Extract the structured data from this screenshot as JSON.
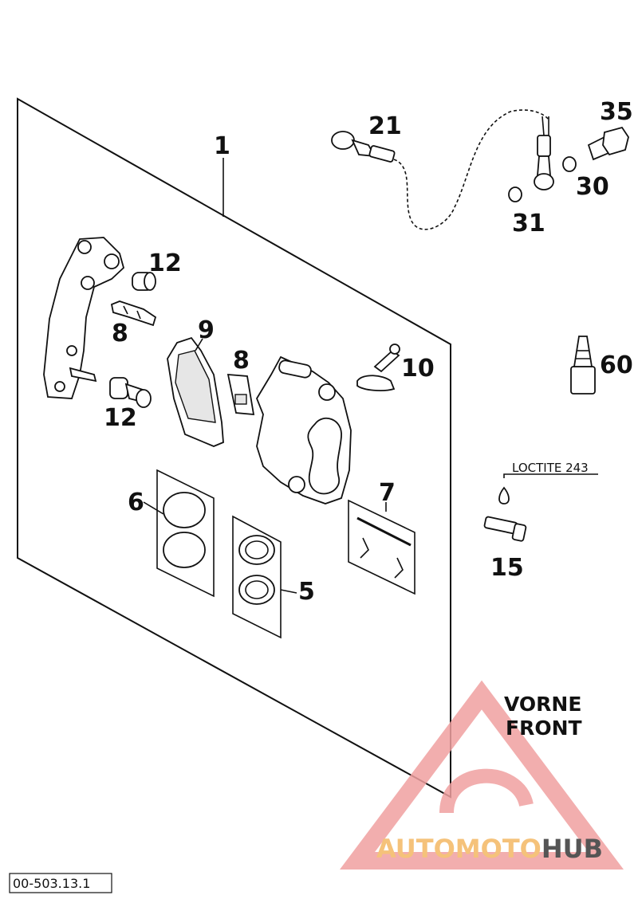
{
  "labels": {
    "l1": "1",
    "l5": "5",
    "l6": "6",
    "l7": "7",
    "l8a": "8",
    "l8b": "8",
    "l9": "9",
    "l10": "10",
    "l12a": "12",
    "l12b": "12",
    "l15": "15",
    "l21": "21",
    "l30": "30",
    "l31": "31",
    "l35": "35",
    "l60": "60"
  },
  "loctite": "LOCTITE 243",
  "direction": {
    "line1": "VORNE",
    "line2": "FRONT"
  },
  "watermark": {
    "part1": "AUTOMOTO",
    "part2": "HUB",
    "accent": "#f0a0a0",
    "gold": "#f5c27a",
    "dark": "#555555"
  },
  "diagram_code": "00-503.13.1"
}
